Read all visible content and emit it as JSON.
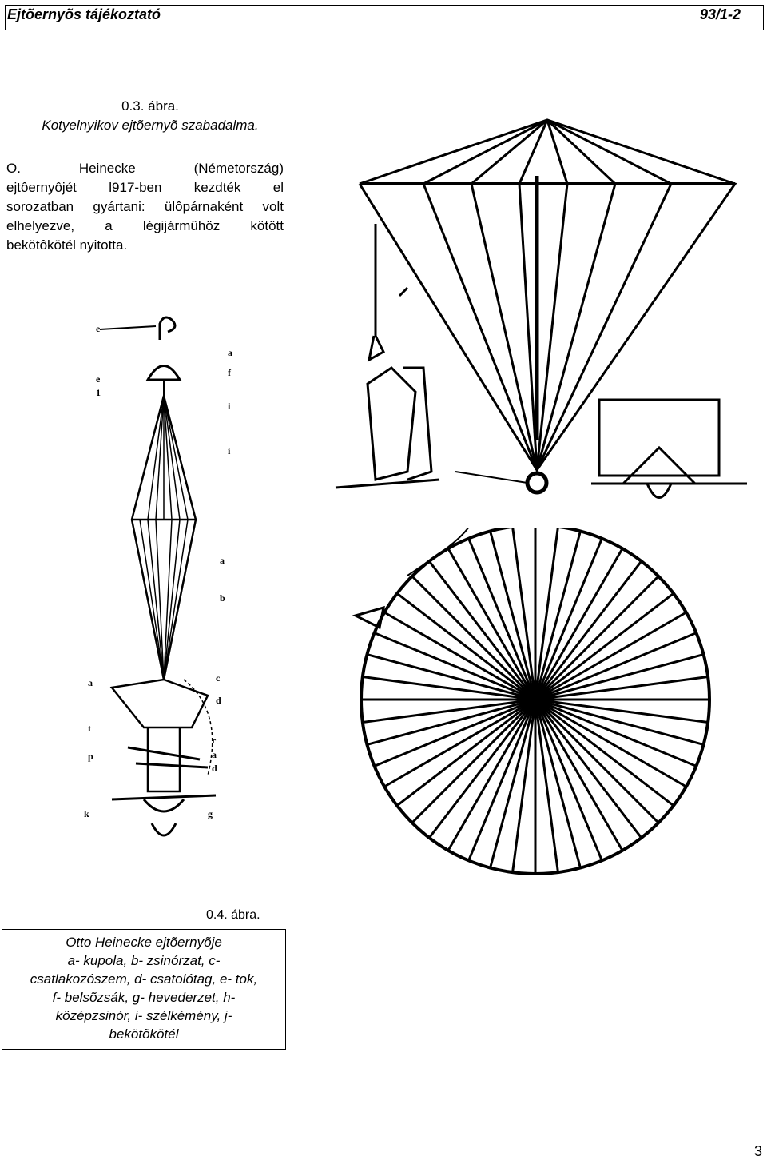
{
  "header": {
    "title": "Ejtõernyõs tájékoztató",
    "number": "93/1-2"
  },
  "figure03": {
    "number": "0.3. ábra.",
    "caption": "Kotyelnyikov ejtõernyõ szabadalma."
  },
  "paragraph": {
    "lines": [
      "O.   Heinecke   (Németország)",
      "ejtôernyôjét   l917-ben   kezdték   el",
      "sorozatban gyártani: ülôpárnaként volt",
      "elhelyezve,   a   légijármûhöz   kötött",
      "bekötôkötél nyitotta."
    ]
  },
  "figure04": {
    "number": "0.4. ábra.",
    "title": "Otto Heinecke ejtõernyõje",
    "lines": [
      "a- kupola, b- zsinórzat, c-",
      "csatlakozószem, d- csatolótag, e- tok,",
      "f- belsõzsák, g- hevederzet, h-",
      "középzsinór, i- szélkémény, j-",
      "bekötõkötél"
    ]
  },
  "drawing_labels": {
    "left": [
      "e",
      "e",
      "1",
      "a",
      "t",
      "p",
      "k"
    ],
    "right": [
      "a",
      "f",
      "i",
      "i",
      "a",
      "b",
      "c",
      "d",
      "r",
      "a",
      "d",
      "g"
    ]
  },
  "page_number": "3"
}
